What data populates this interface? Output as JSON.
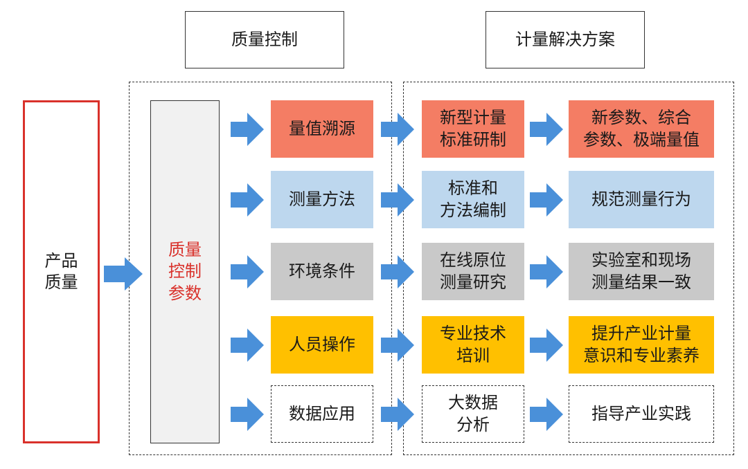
{
  "headers": {
    "quality_control": "质量控制",
    "metrology_solution": "计量解决方案"
  },
  "product_quality": [
    "产品",
    "质量"
  ],
  "control_params": [
    "质量",
    "控制",
    "参数"
  ],
  "rows": [
    {
      "factor": [
        "量值溯源"
      ],
      "solution": [
        "新型计量",
        "标准研制"
      ],
      "outcome": [
        "新参数、综合",
        "参数、极端量值"
      ],
      "color": "#f47d64",
      "dashed": false
    },
    {
      "factor": [
        "测量方法"
      ],
      "solution": [
        "标准和",
        "方法编制"
      ],
      "outcome": [
        "规范测量行为"
      ],
      "color": "#bdd7ee",
      "dashed": false
    },
    {
      "factor": [
        "环境条件"
      ],
      "solution": [
        "在线原位",
        "测量研究"
      ],
      "outcome": [
        "实验室和现场",
        "测量结果一致"
      ],
      "color": "#c9c9c9",
      "dashed": false
    },
    {
      "factor": [
        "人员操作"
      ],
      "solution": [
        "专业技术",
        "培训"
      ],
      "outcome": [
        "提升产业计量",
        "意识和专业素养"
      ],
      "color": "#ffc000",
      "dashed": false
    },
    {
      "factor": [
        "数据应用"
      ],
      "solution": [
        "大数据",
        "分析"
      ],
      "outcome": [
        "指导产业实践"
      ],
      "color": "#ffffff",
      "dashed": true
    }
  ],
  "colors": {
    "arrow": "#4a90d9",
    "accent_red": "#d9312b"
  }
}
